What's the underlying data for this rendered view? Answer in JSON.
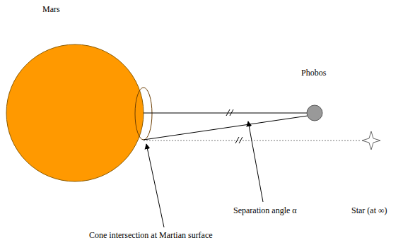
{
  "diagram": {
    "labels": [
      "Mars",
      "Phobos",
      "Separation angle α",
      "Star (at ∞)",
      "Cone intersection at Martian surface"
    ]
  }
}
